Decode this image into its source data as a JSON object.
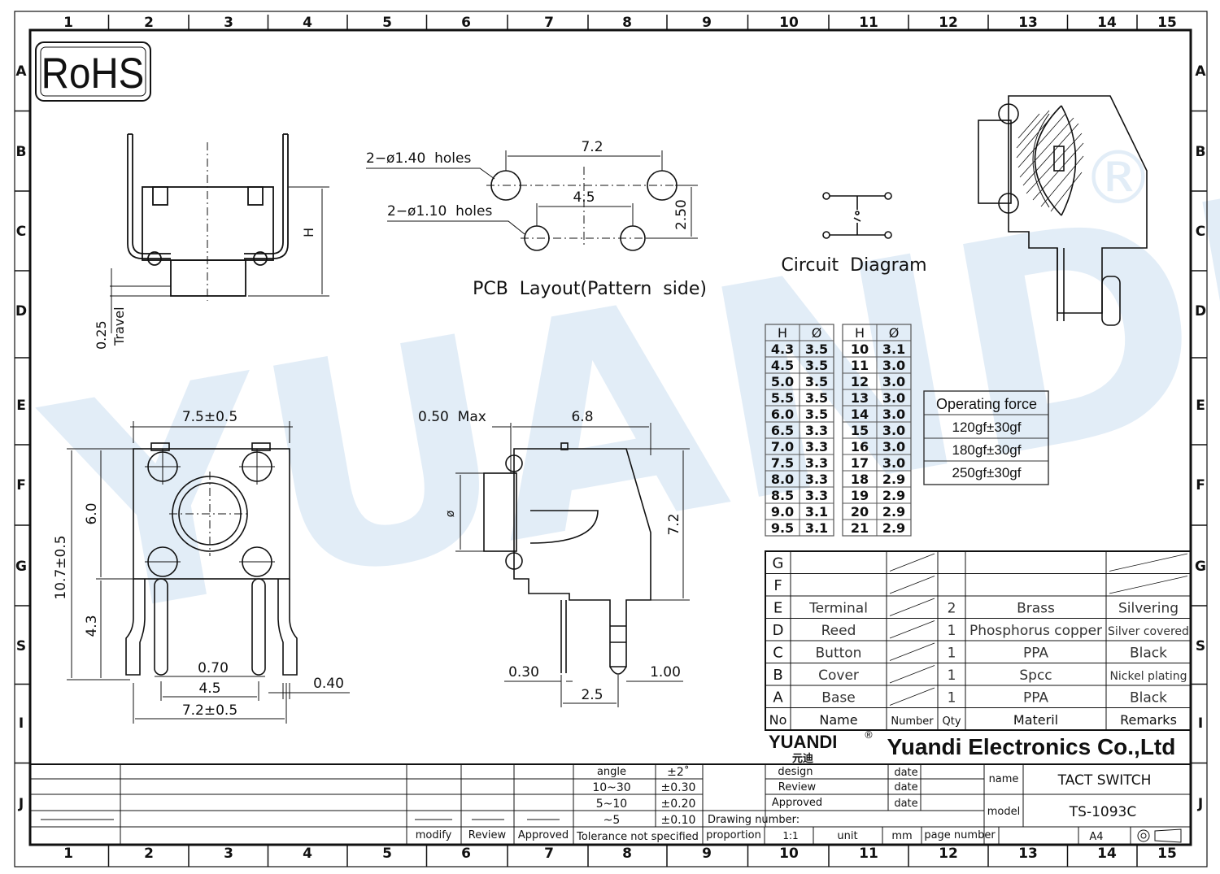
{
  "border": {
    "columns": [
      "1",
      "2",
      "3",
      "4",
      "5",
      "6",
      "7",
      "8",
      "9",
      "10",
      "11",
      "12",
      "13",
      "14",
      "15"
    ],
    "rows": [
      "A",
      "B",
      "C",
      "D",
      "E",
      "F",
      "G",
      "S",
      "I",
      "J"
    ]
  },
  "logo": {
    "rohs": "RoHS"
  },
  "watermark": {
    "text": "YUANDI",
    "registered": "®"
  },
  "side_view": {
    "height_label": "H",
    "travel_value": "0.25",
    "travel_label": "Travel"
  },
  "pcb_layout": {
    "label_holes_large": "2−ø1.40  holes",
    "label_holes_small": "2−ø1.10  holes",
    "dim_outer": "7.2",
    "dim_inner": "4.5",
    "dim_vertical": "2.50",
    "caption": "PCB  Layout(Pattern  side)"
  },
  "circuit": {
    "caption": "Circuit  Diagram"
  },
  "front_view": {
    "width_top": "7.5±0.5",
    "height_total": "10.7±0.5",
    "dim_6": "6.0",
    "dim_43": "4.3",
    "pin_width": "0.70",
    "pin_pitch": "4.5",
    "width_bottom": "7.2±0.5",
    "pin_thick": "0.40"
  },
  "side_view2": {
    "max_label": "0.50  Max",
    "depth": "6.8",
    "height": "7.2",
    "dia": "ø",
    "pin_thick": "0.30",
    "pin_pitch": "2.5",
    "pin_width": "1.00"
  },
  "hd_table": {
    "headers": [
      "H",
      "Ø"
    ],
    "left": [
      [
        "4.3",
        "3.5"
      ],
      [
        "4.5",
        "3.5"
      ],
      [
        "5.0",
        "3.5"
      ],
      [
        "5.5",
        "3.5"
      ],
      [
        "6.0",
        "3.5"
      ],
      [
        "6.5",
        "3.3"
      ],
      [
        "7.0",
        "3.3"
      ],
      [
        "7.5",
        "3.3"
      ],
      [
        "8.0",
        "3.3"
      ],
      [
        "8.5",
        "3.3"
      ],
      [
        "9.0",
        "3.1"
      ],
      [
        "9.5",
        "3.1"
      ]
    ],
    "right": [
      [
        "10",
        "3.1"
      ],
      [
        "11",
        "3.0"
      ],
      [
        "12",
        "3.0"
      ],
      [
        "13",
        "3.0"
      ],
      [
        "14",
        "3.0"
      ],
      [
        "15",
        "3.0"
      ],
      [
        "16",
        "3.0"
      ],
      [
        "17",
        "3.0"
      ],
      [
        "18",
        "2.9"
      ],
      [
        "19",
        "2.9"
      ],
      [
        "20",
        "2.9"
      ],
      [
        "21",
        "2.9"
      ]
    ]
  },
  "operating_force": {
    "title": "Operating force",
    "values": [
      "120gf±30gf",
      "180gf±30gf",
      "250gf±30gf"
    ]
  },
  "bom": {
    "rows": [
      {
        "no": "G",
        "name": "",
        "qty": "",
        "material": "",
        "remarks": ""
      },
      {
        "no": "F",
        "name": "",
        "qty": "",
        "material": "",
        "remarks": ""
      },
      {
        "no": "E",
        "name": "Terminal",
        "qty": "2",
        "material": "Brass",
        "remarks": "Silvering"
      },
      {
        "no": "D",
        "name": "Reed",
        "qty": "1",
        "material": "Phosphorus copper",
        "remarks": "Silver covered"
      },
      {
        "no": "C",
        "name": "Button",
        "qty": "1",
        "material": "PPA",
        "remarks": "Black"
      },
      {
        "no": "B",
        "name": "Cover",
        "qty": "1",
        "material": "Spcc",
        "remarks": "Nickel plating"
      },
      {
        "no": "A",
        "name": "Base",
        "qty": "1",
        "material": "PPA",
        "remarks": "Black"
      }
    ],
    "headers": {
      "no": "No",
      "name": "Name",
      "number": "Number",
      "qty": "Qty",
      "material": "Materil",
      "remarks": "Remarks"
    }
  },
  "company": {
    "brand": "YUANDI",
    "brand_cn": "元迪",
    "registered": "®",
    "name": "Yuandi Electronics Co.,Ltd"
  },
  "title_block": {
    "angle_label": "angle",
    "angle_tol": "±2˚",
    "tol_rows": [
      [
        "10~30",
        "±0.30"
      ],
      [
        "5~10",
        "±0.20"
      ],
      [
        "~5",
        "±0.10"
      ]
    ],
    "tolerance_note": "Tolerance not specified",
    "modify": "modify",
    "review": "Review",
    "approved": "Approved",
    "design_label": "design",
    "review_label": "Review",
    "approved_label": "Approved",
    "date_label": "date",
    "drawing_number_label": "Drawing number:",
    "proportion_label": "proportion",
    "proportion_value": "1:1",
    "unit_label": "unit",
    "unit_value": "mm",
    "page_number_label": "page number",
    "name_label": "name",
    "name_value": "TACT SWITCH",
    "model_label": "model",
    "model_value": "TS-1093C",
    "paper": "A4"
  }
}
